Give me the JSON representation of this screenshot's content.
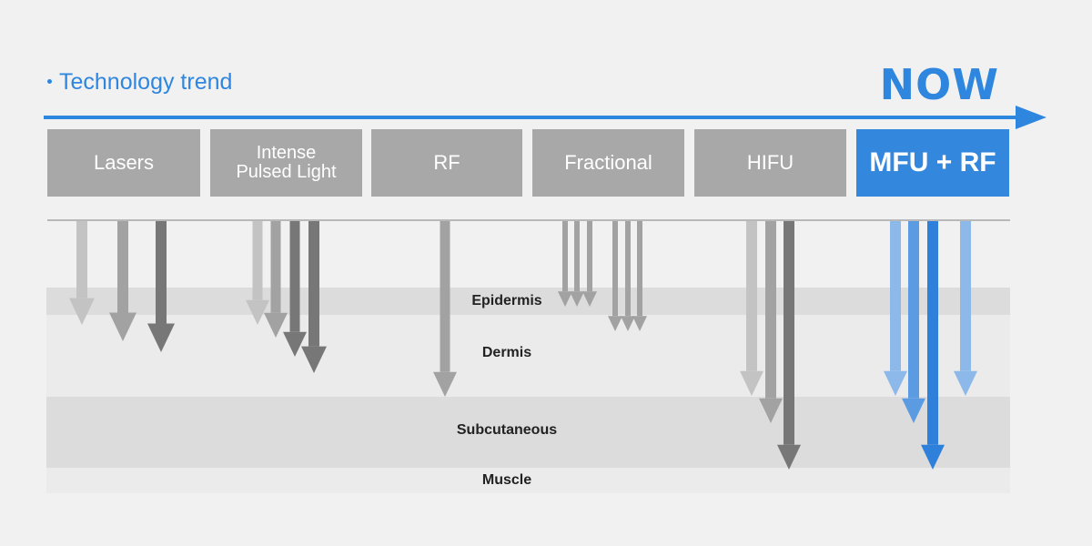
{
  "header": {
    "title": "Technology trend",
    "now_label": "NOW",
    "accent_color": "#2e86de"
  },
  "technologies": [
    {
      "label": "Lasers"
    },
    {
      "label": "Intense\nPulsed Light"
    },
    {
      "label": "RF"
    },
    {
      "label": "Fractional"
    },
    {
      "label": "HIFU"
    },
    {
      "label": "MFU + RF",
      "highlight": true
    }
  ],
  "layers": {
    "epidermis": "Epidermis",
    "dermis": "Dermis",
    "subcutaneous": "Subcutaneous",
    "muscle": "Muscle"
  },
  "colors": {
    "box_gray": "#a8a8a8",
    "box_accent": "#3387dd",
    "arrow_light": "#c3c3c3",
    "arrow_mid": "#a2a2a2",
    "arrow_dark": "#777777",
    "arrow_blue_light": "#8db8ea",
    "arrow_blue_mid": "#5b9be2",
    "arrow_blue_dark": "#2f80da"
  }
}
